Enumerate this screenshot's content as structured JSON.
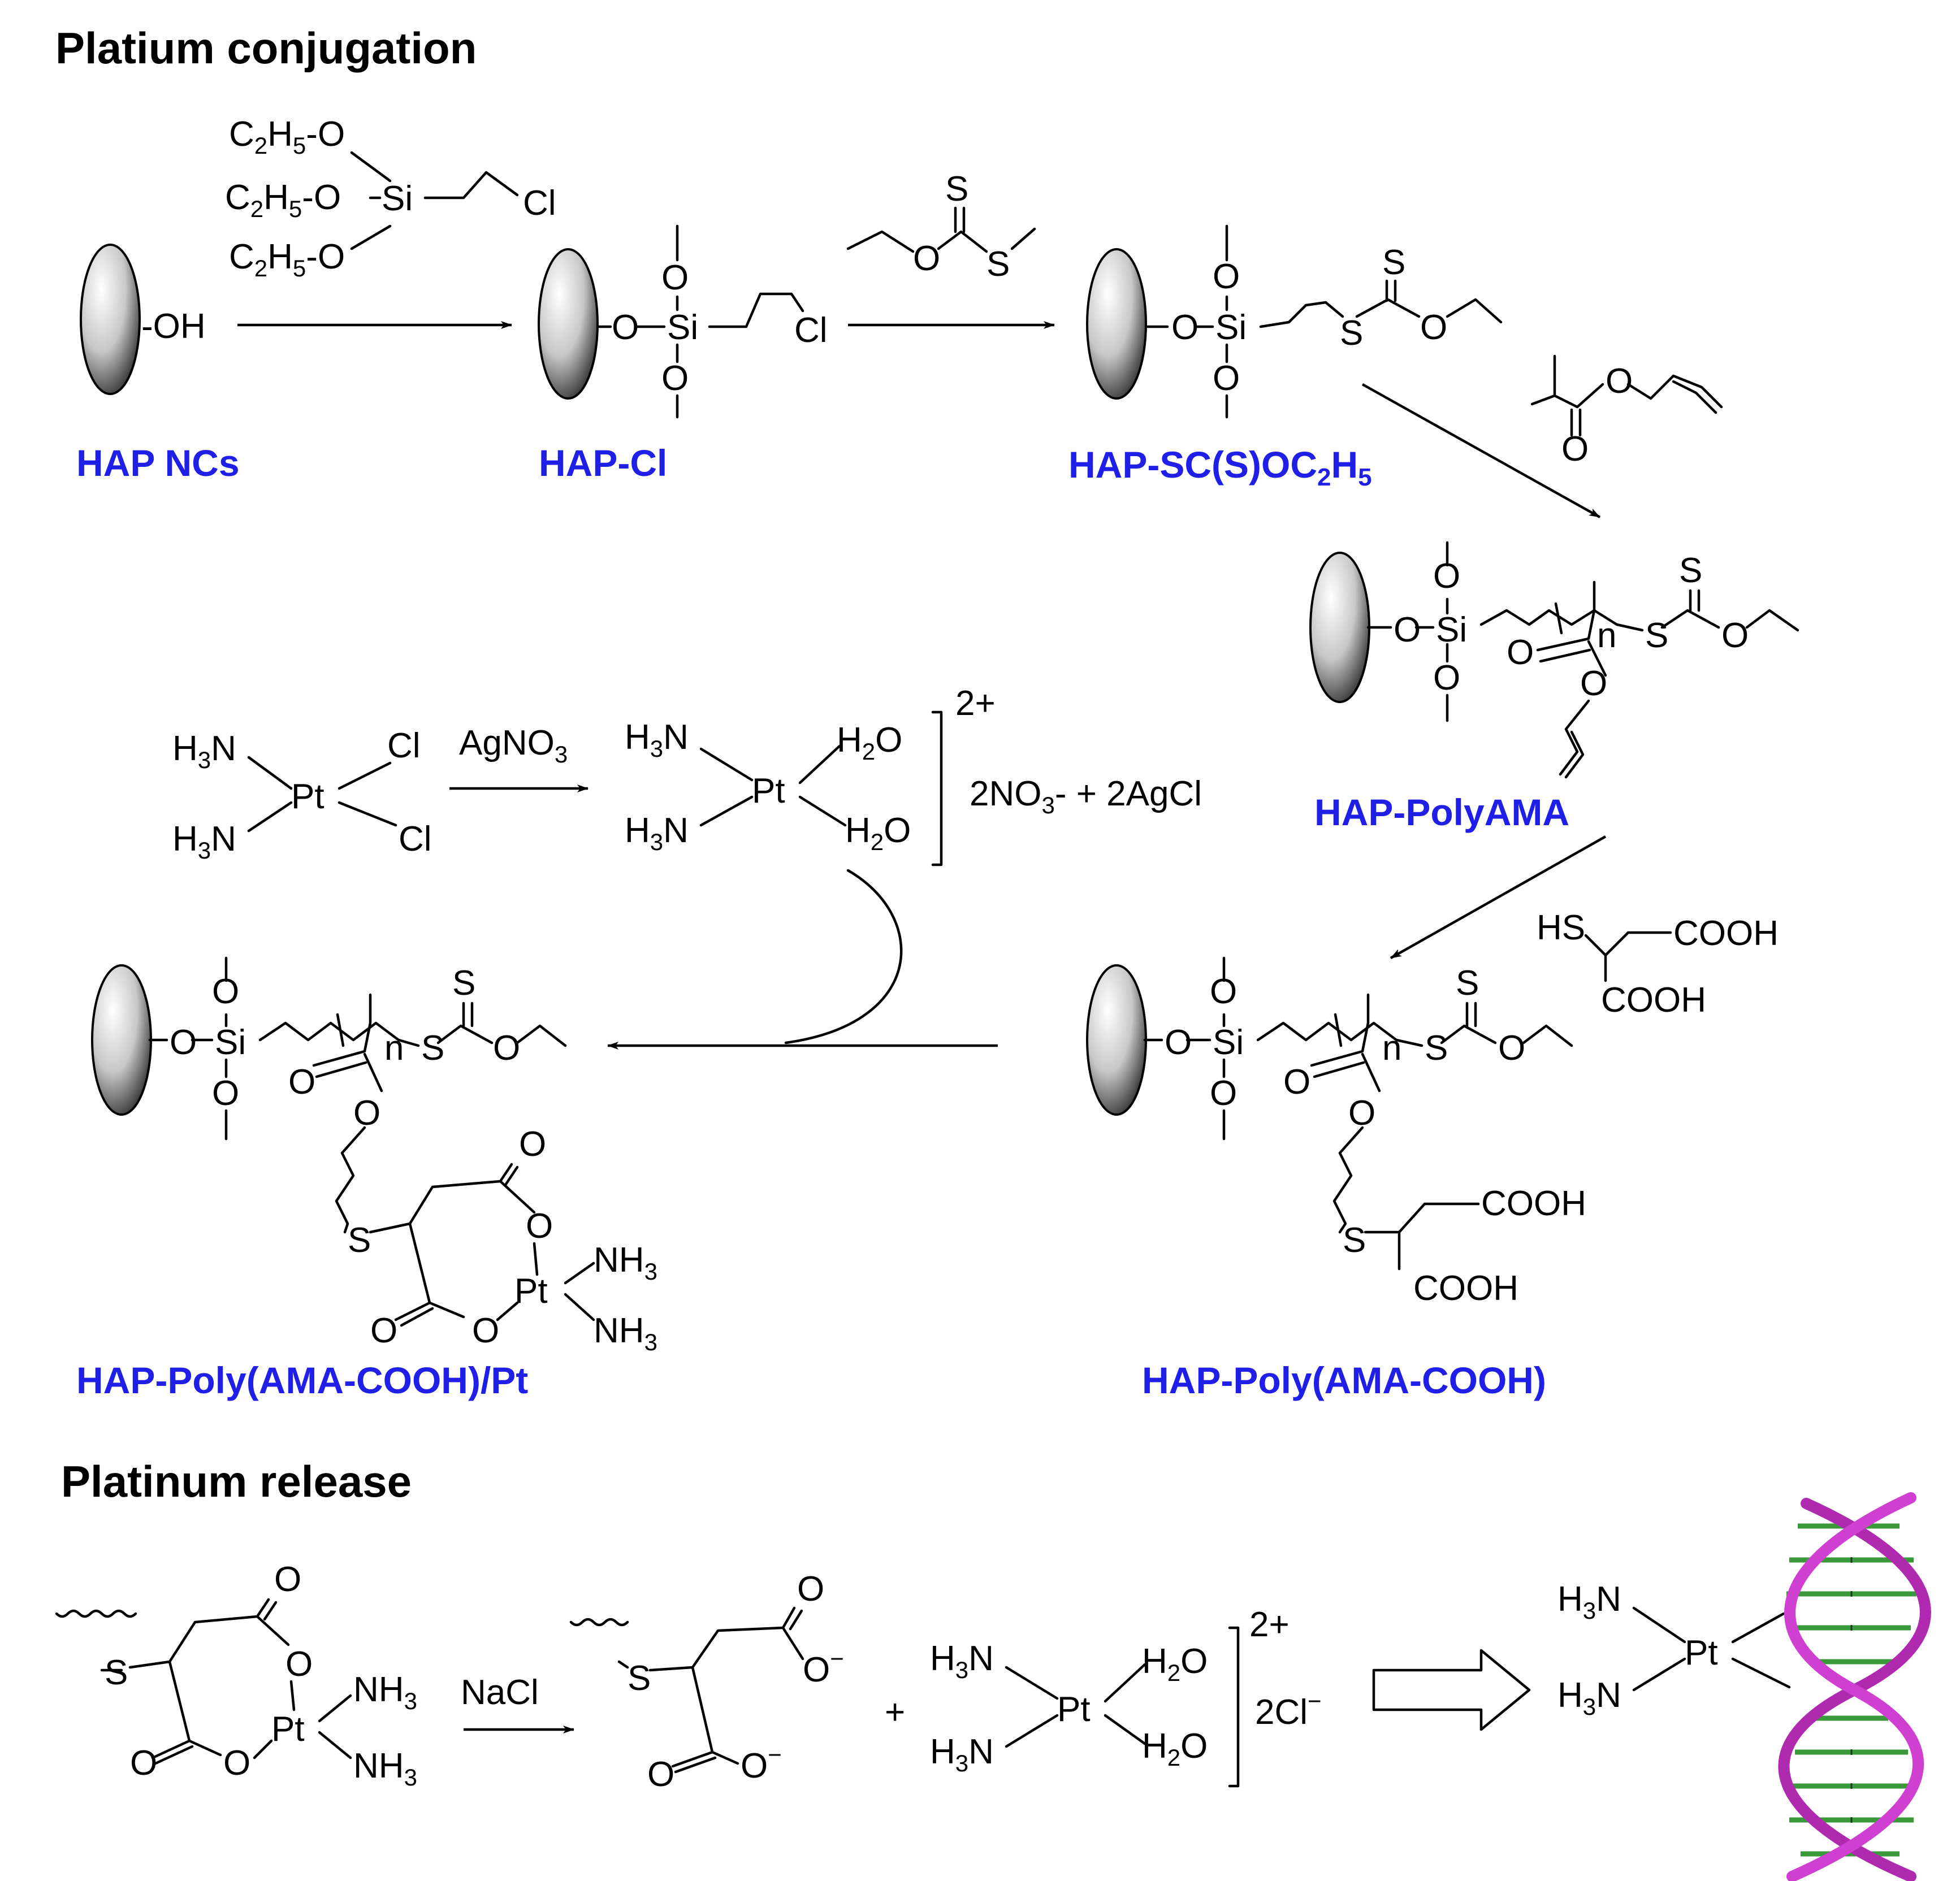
{
  "headings": {
    "conjugation": "Platium conjugation",
    "release": "Platinum release"
  },
  "labels": {
    "hap_ncs": "HAP NCs",
    "hap_cl": "HAP-Cl",
    "hap_sc_prefix": "HAP-SC(S)OC",
    "hap_sc_sub1": "2",
    "hap_sc_h": "H",
    "hap_sc_sub2": "5",
    "hap_polyama": "HAP-PolyAMA",
    "hap_poly_cooh": "HAP-Poly(AMA-COOH)",
    "hap_poly_cooh_pt": "HAP-Poly(AMA-COOH)/Pt"
  },
  "reagents": {
    "agno3": "AgNO",
    "agno3_sub": "3",
    "nacl": "NaCl",
    "charge_2plus": "2+",
    "nitrate_agcl": "2NO",
    "nitrate_sub": "3",
    "nitrate_rest": "- + 2AgCl",
    "chloride": "2Cl",
    "chloride_sup": "−",
    "plus": "+",
    "na": "Na",
    "hs": "HS",
    "cooh": "COOH"
  },
  "atoms": {
    "oh": "-OH",
    "o": "O",
    "si": "Si",
    "cl": "Cl",
    "s": "S",
    "n": "n",
    "pt": "Pt",
    "h": "H",
    "n_atom": "N",
    "c": "C",
    "nh": "NH",
    "sub2": "2",
    "sub3": "3",
    "sub5": "5",
    "minus": "-",
    "neg": "−"
  },
  "icons": [
    "hap-nanocrystal-icon",
    "dna-double-helix-icon",
    "hollow-arrow-icon"
  ],
  "colors": {
    "label_blue": "#1f1fe8",
    "dna_purple": "#c030c0",
    "dna_green": "#3a9a3a"
  }
}
